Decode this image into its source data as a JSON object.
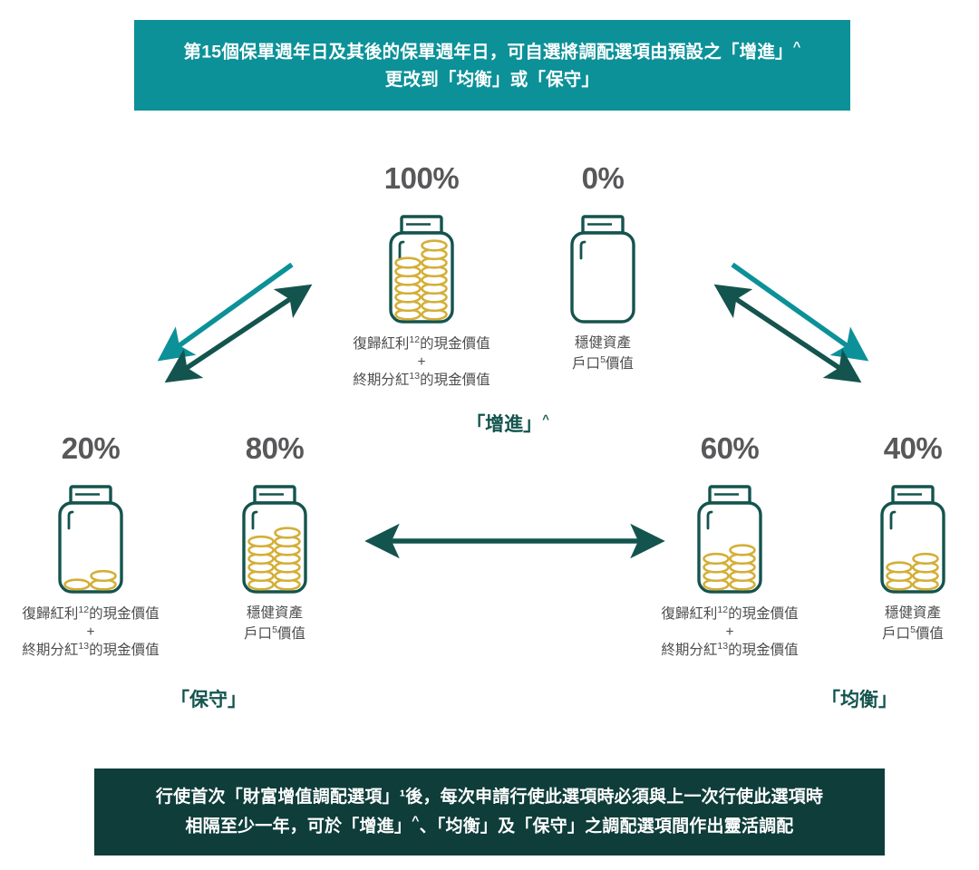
{
  "colors": {
    "banner_top_bg": "#0C9198",
    "banner_bottom_bg": "#0E3D3A",
    "jar_outline": "#14544E",
    "coin": "#D4AF37",
    "arrow_light": "#0C9198",
    "arrow_dark": "#14544E",
    "percent_text": "#58585B",
    "caption_text": "#4D4D4F",
    "scheme_label": "#14544E"
  },
  "top_banner": {
    "line1": "第15個保單週年日及其後的保單週年日，可自選將調配選項由預設之「增進」",
    "line1_sup": "^",
    "line2": "更改到「均衡」或「保守」"
  },
  "bottom_banner": {
    "line1": "行使首次「財富增值調配選項」¹後，每次申請行使此選項時必須與上一次行使此選項時",
    "line2a": "相隔至少一年，可於「增進」",
    "line2_sup": "^",
    "line2b": "、「均衡」及「保守」之調配選項間作出靈活調配"
  },
  "groups": {
    "enhance": {
      "scheme_label": "「增進」",
      "scheme_label_sup": "^",
      "jars": [
        {
          "percent": "100%",
          "fill_ratio": 1.0,
          "caption_line1": "復歸紅利",
          "caption_sup1": "12",
          "caption_line1b": "的現金價值",
          "caption_plus": "+",
          "caption_line2": "終期分紅",
          "caption_sup2": "13",
          "caption_line2b": "的現金價值"
        },
        {
          "percent": "0%",
          "fill_ratio": 0.0,
          "caption_line1": "穩健資產",
          "caption_line2": "戶口",
          "caption_sup2": "5",
          "caption_line2b": "價值"
        }
      ]
    },
    "conservative": {
      "scheme_label": "「保守」",
      "jars": [
        {
          "percent": "20%",
          "fill_ratio": 0.2,
          "caption_line1": "復歸紅利",
          "caption_sup1": "12",
          "caption_line1b": "的現金價值",
          "caption_plus": "+",
          "caption_line2": "終期分紅",
          "caption_sup2": "13",
          "caption_line2b": "的現金價值"
        },
        {
          "percent": "80%",
          "fill_ratio": 0.8,
          "caption_line1": "穩健資產",
          "caption_line2": "戶口",
          "caption_sup2": "5",
          "caption_line2b": "價值"
        }
      ]
    },
    "balanced": {
      "scheme_label": "「均衡」",
      "jars": [
        {
          "percent": "60%",
          "fill_ratio": 0.6,
          "caption_line1": "復歸紅利",
          "caption_sup1": "12",
          "caption_line1b": "的現金價值",
          "caption_plus": "+",
          "caption_line2": "終期分紅",
          "caption_sup2": "13",
          "caption_line2b": "的現金價值"
        },
        {
          "percent": "40%",
          "fill_ratio": 0.4,
          "caption_line1": "穩健資產",
          "caption_line2": "戶口",
          "caption_sup2": "5",
          "caption_line2b": "價值"
        }
      ]
    }
  }
}
